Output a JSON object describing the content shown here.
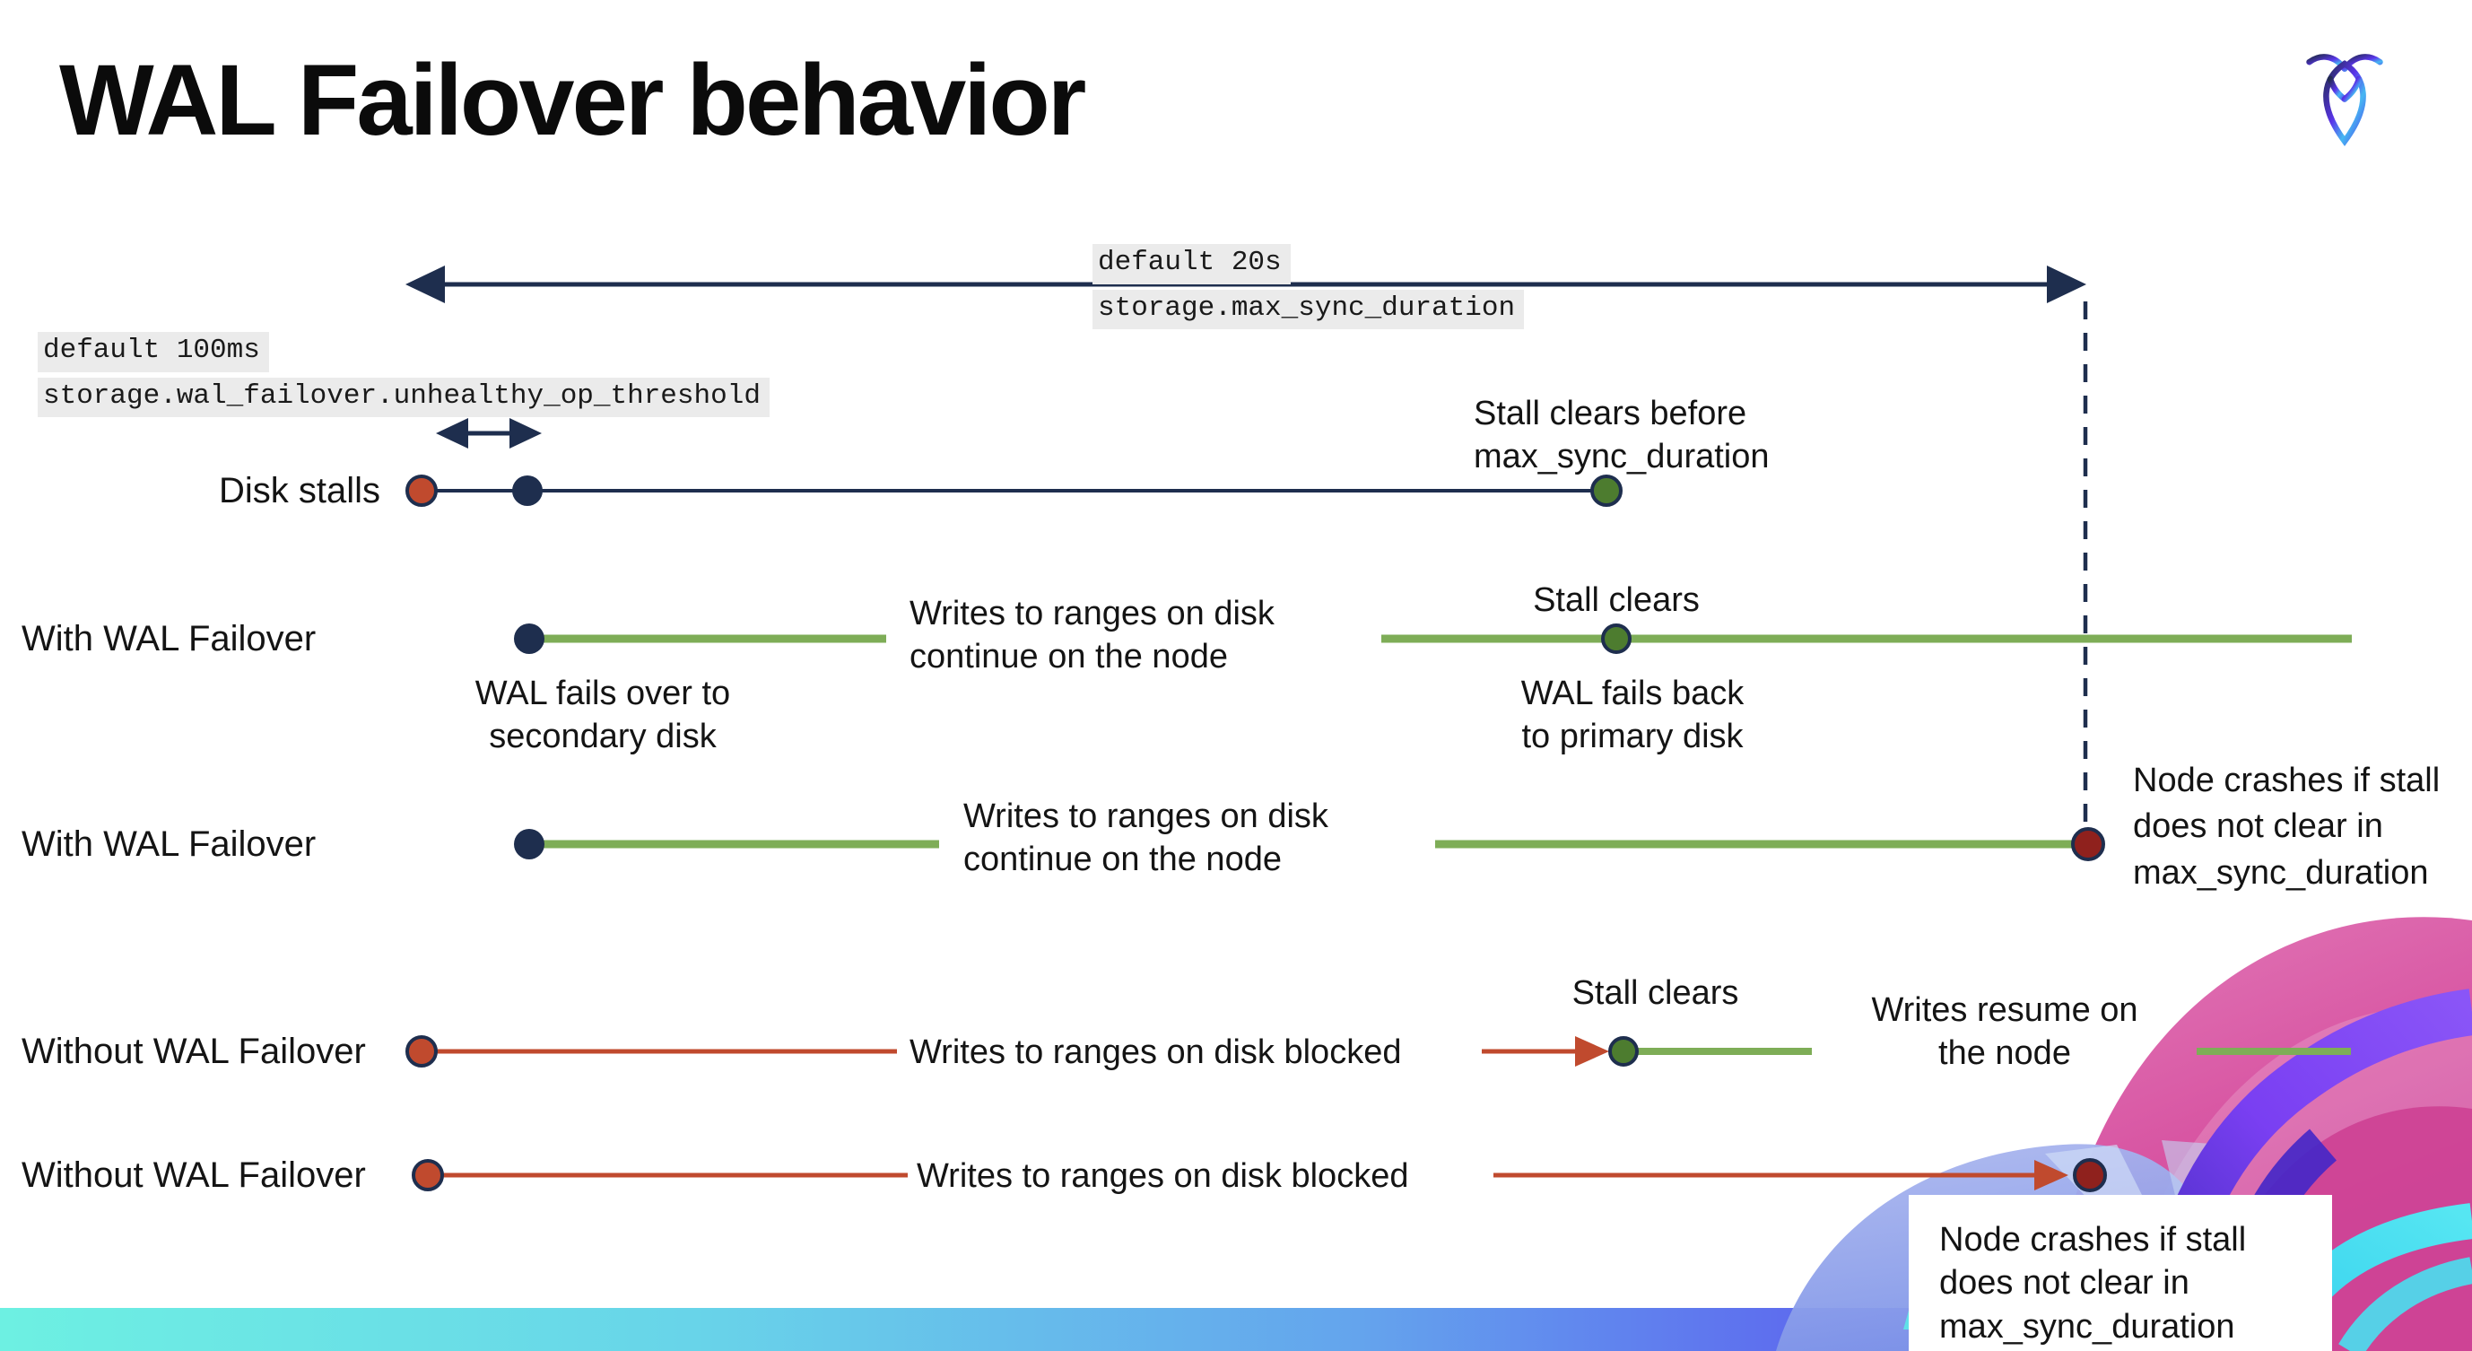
{
  "slide": {
    "title": "WAL Failover behavior",
    "logo": "cockroachdb-logo"
  },
  "settings": {
    "max_sync_duration": {
      "default_label": "default 20s",
      "setting_name": "storage.max_sync_duration"
    },
    "unhealthy_op_threshold": {
      "default_label": "default 100ms",
      "setting_name": "storage.wal_failover.unhealthy_op_threshold"
    }
  },
  "timelines": [
    {
      "label": "Disk stalls",
      "annotations": {
        "stall_clears": "Stall clears before\nmax_sync_duration"
      }
    },
    {
      "label": "With WAL Failover",
      "annotations": {
        "failover": "WAL fails over to\nsecondary disk",
        "writes": "Writes to ranges on disk\ncontinue on the node",
        "stall_clears": "Stall clears",
        "failback": "WAL fails  back\nto primary disk"
      }
    },
    {
      "label": "With WAL Failover",
      "annotations": {
        "writes": "Writes to ranges on disk\ncontinue on the node",
        "crash": "Node crashes if stall\ndoes not clear in\nmax_sync_duration"
      }
    },
    {
      "label": "Without WAL Failover",
      "annotations": {
        "writes": "Writes to ranges on disk  blocked",
        "stall_clears": "Stall clears",
        "resume": "Writes resume on\nthe node"
      }
    },
    {
      "label": "Without WAL Failover",
      "annotations": {
        "writes": "Writes to ranges on disk  blocked",
        "crash": "Node crashes if stall\ndoes not clear in\nmax_sync_duration"
      }
    }
  ],
  "colors": {
    "navy": "#1e2e4e",
    "green_line": "#7ead57",
    "green_dot": "#4d7c2f",
    "red": "#c04a2e",
    "dark_red": "#8f211d",
    "label_bg": "#ebebeb",
    "bar_gradient_left": "#6df0e2",
    "bar_gradient_right": "#5227f2"
  }
}
